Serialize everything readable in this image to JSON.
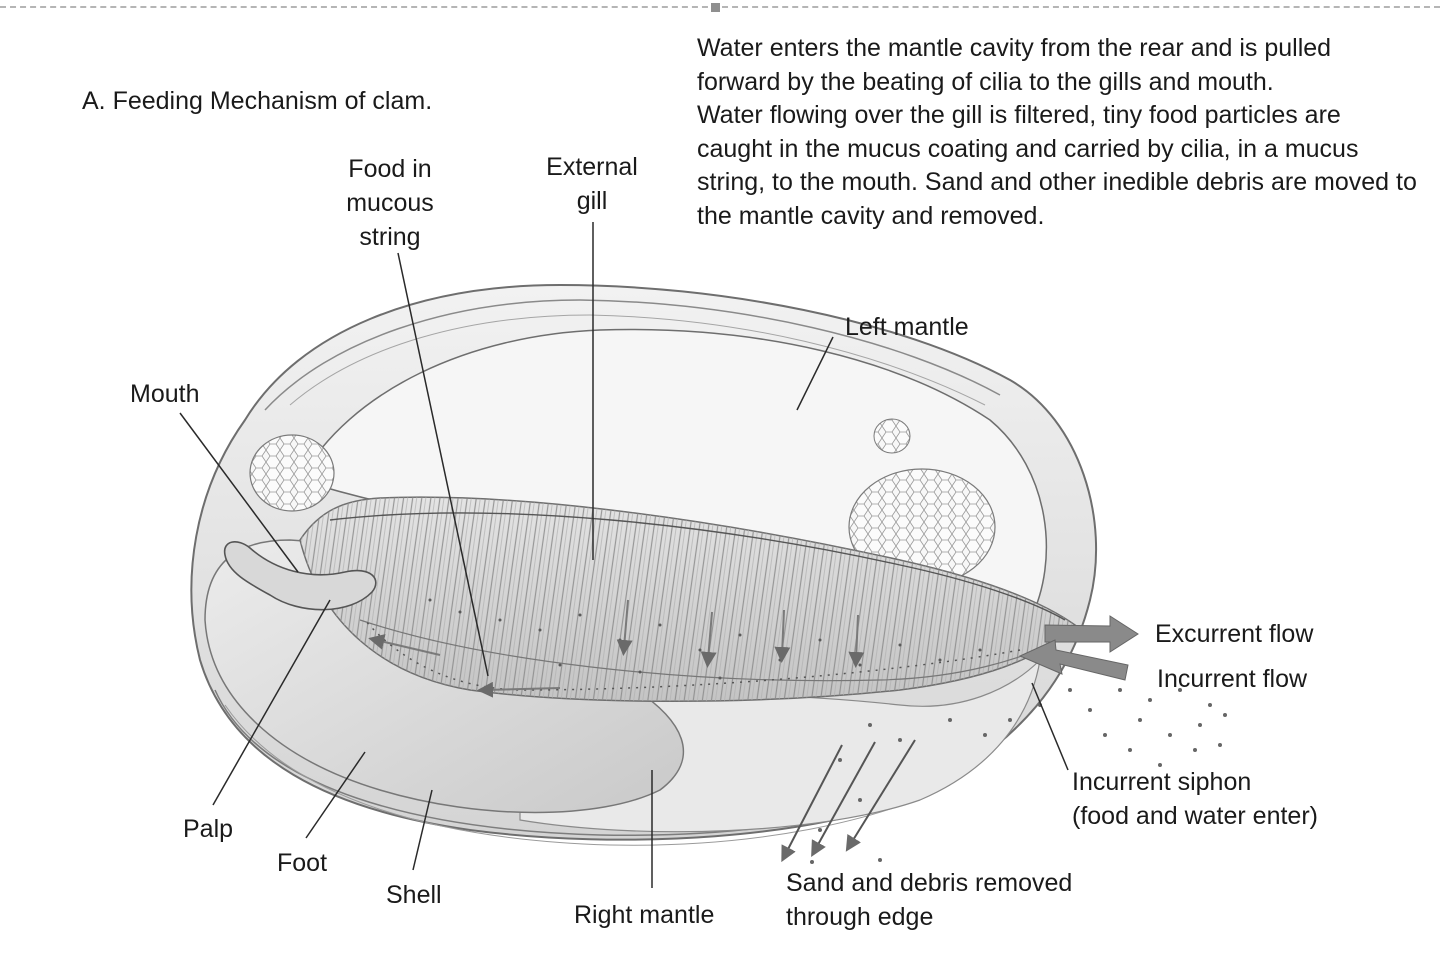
{
  "title": "A. Feeding Mechanism of clam.",
  "description": {
    "p1": "Water enters the mantle cavity from the rear and is pulled forward by the beating of cilia to the gills and mouth.",
    "p2": "Water flowing over the gill is filtered, tiny food particles are caught in the mucus coating and carried by cilia, in a mucus string, to the mouth. Sand and other inedible debris are moved to the mantle cavity and removed."
  },
  "labels": {
    "food_line1": "Food in",
    "food_line2": "mucous",
    "food_line3": "string",
    "gill_line1": "External",
    "gill_line2": "gill",
    "left_mantle": "Left mantle",
    "mouth": "Mouth",
    "excurrent": "Excurrent flow",
    "incurrent": "Incurrent flow",
    "siphon_line1": "Incurrent siphon",
    "siphon_line2": "(food and water enter)",
    "palp": "Palp",
    "foot": "Foot",
    "shell": "Shell",
    "right_mantle": "Right mantle",
    "sand_line1": "Sand and debris removed",
    "sand_line2": "through edge"
  },
  "colors": {
    "shell_outline": "#6e6e6e",
    "mantle_fill": "#f4f4f4",
    "shell_fill": "#e8e8e8",
    "gill_fill": "#d9d9d9",
    "flow_arrow": "#8a8a8a",
    "leader_line": "#2a2a2a"
  }
}
